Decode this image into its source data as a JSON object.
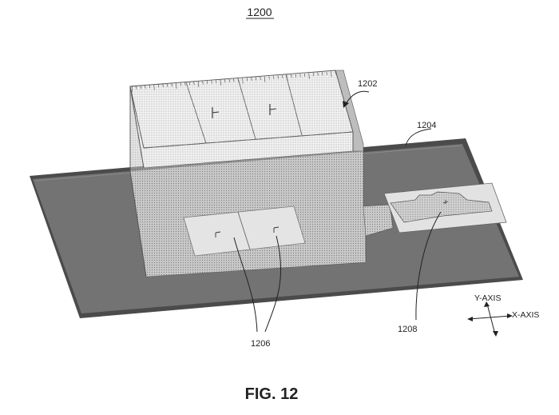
{
  "figure": {
    "number": "1200",
    "caption": "FIG. 12"
  },
  "labels": {
    "ref_1202": "1202",
    "ref_1204": "1204",
    "ref_1206": "1206",
    "ref_1208": "1208"
  },
  "axes": {
    "y_label": "Y-AXIS",
    "x_label": "X-AXIS"
  },
  "colors": {
    "substrate": "#6e6e6e",
    "substrate_edge": "#4a4a4a",
    "dotted_overlay": "#c8c8c8",
    "dotted_dark": "#9a9a9a",
    "panel": "#e0e0e0",
    "line": "#333333"
  }
}
